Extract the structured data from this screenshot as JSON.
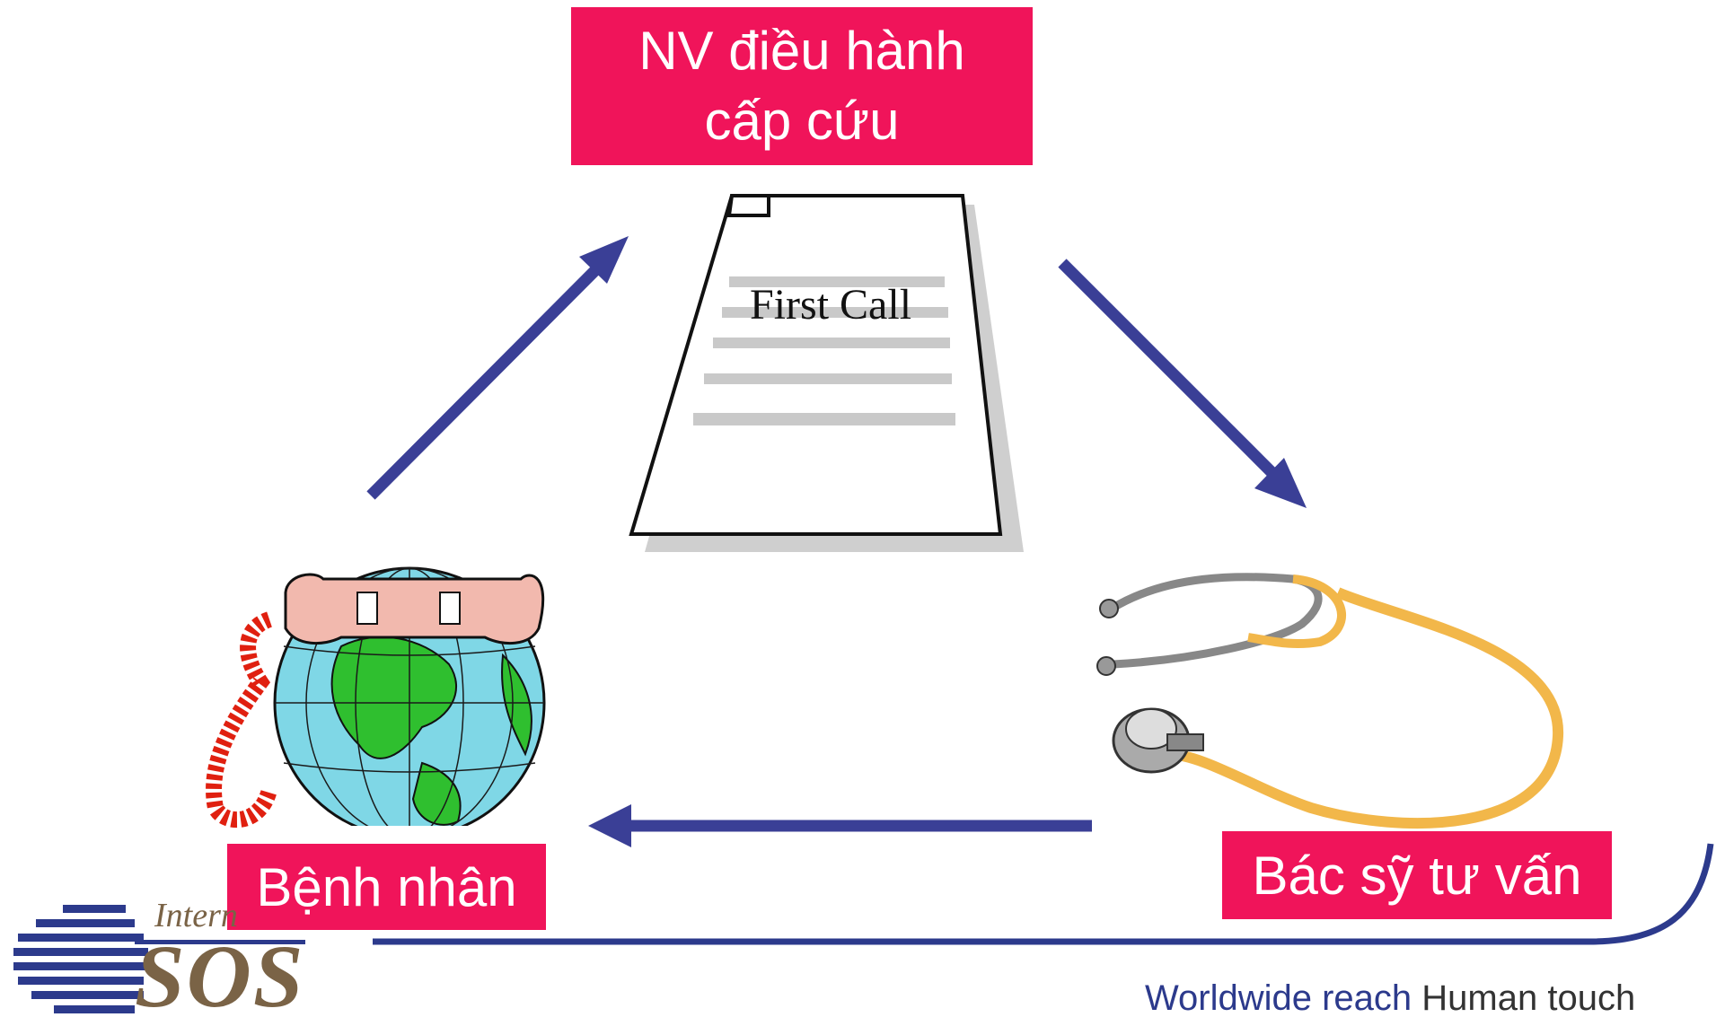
{
  "nodes": {
    "dispatcher": {
      "line1": "NV điều hành",
      "line2": "cấp cứu"
    },
    "patient": {
      "label": "Bệnh nhân"
    },
    "doctor": {
      "label": "Bác sỹ tư vấn"
    }
  },
  "document": {
    "title": "First Call"
  },
  "logo": {
    "top_text": "Intern",
    "main_text": "SOS"
  },
  "tagline": {
    "part1": "Worldwide reach",
    "part2": "Human touch"
  },
  "colors": {
    "label_bg": "#f0145a",
    "arrow": "#3a3f96",
    "brand_blue": "#2c3a8c",
    "logo_brown": "#7a6346"
  }
}
